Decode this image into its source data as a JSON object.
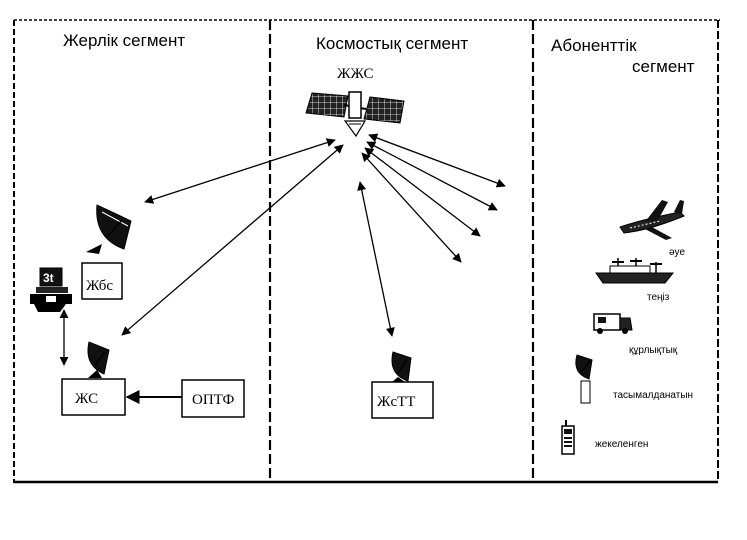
{
  "segments": {
    "ground": "Жерлік сегмент",
    "space": "Космостық сегмент",
    "subscriber_line1": "Абоненттік",
    "subscriber_line2": "сегмент"
  },
  "nodes": {
    "satellite": "ЖЖС",
    "gateway": "Жбс",
    "earth_station": "ЖС",
    "optf": "ОПТФ",
    "control_station": "ЖсТТ"
  },
  "subscribers": {
    "air": "әуе",
    "sea": "теңіз",
    "land": "құрлықтық",
    "transportable": "тасымалданатын",
    "personal": "жекеленген"
  }
}
